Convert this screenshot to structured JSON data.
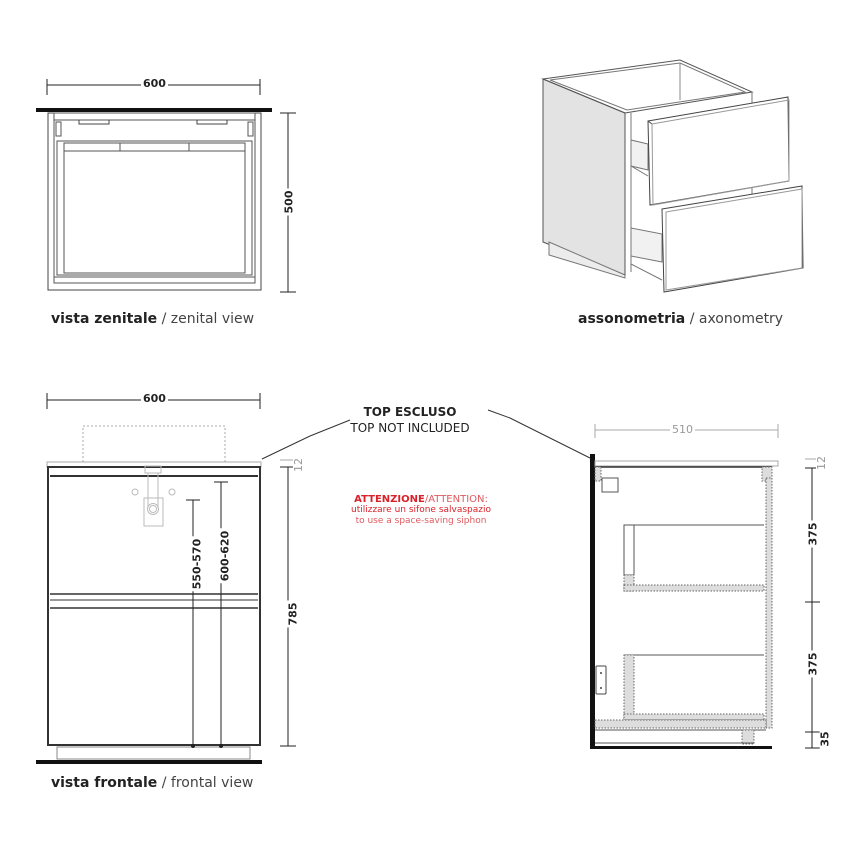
{
  "views": {
    "zenital": {
      "caption_it": "vista zenitale",
      "caption_sep": "/",
      "caption_en": "zenital view",
      "width_dim": "600",
      "depth_dim": "500"
    },
    "axonometry": {
      "caption_it": "assonometria",
      "caption_sep": "/",
      "caption_en": "axonometry"
    },
    "frontal": {
      "caption_it": "vista frontale",
      "caption_sep": "/",
      "caption_en": "frontal view",
      "width_dim": "600",
      "height_dim": "785",
      "top_thickness_dim": "12",
      "siphon_dim_1": "550-570",
      "siphon_dim_2": "600-620"
    },
    "side": {
      "depth_dim": "510",
      "top_thickness_dim": "12",
      "drawer_1_dim": "375",
      "drawer_2_dim": "375",
      "plinth_dim": "35"
    }
  },
  "notes": {
    "top_excluded_it": "TOP ESCLUSO",
    "top_excluded_en": "TOP NOT INCLUDED",
    "attention_it": "ATTENZIONE",
    "attention_sep": "/",
    "attention_en": "ATTENTION:",
    "attention_line_it": "utilizzare un sifone salvaspazio",
    "attention_line_en": "to use a space-saving siphon"
  },
  "colors": {
    "line": "#222222",
    "grey_line": "#999999",
    "panel_fill": "#e0e0e0",
    "attention_red": "#d9222a"
  }
}
